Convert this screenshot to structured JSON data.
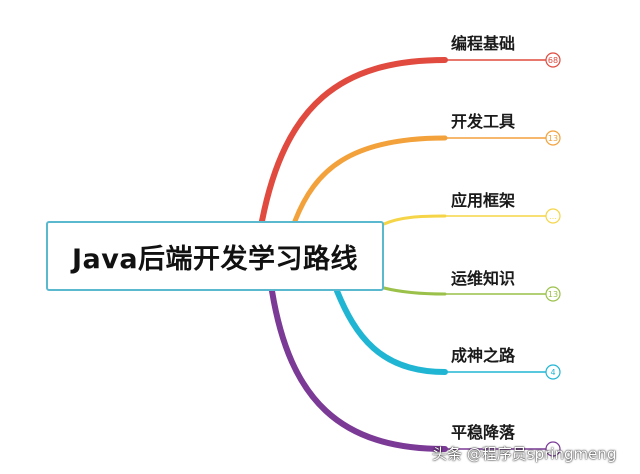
{
  "root": {
    "title": "Java后端开发学习路线",
    "border_color": "#5ab8cf"
  },
  "branches": [
    {
      "label": "编程基础",
      "badge": "68",
      "color": "#e04a3f"
    },
    {
      "label": "开发工具",
      "badge": "13",
      "color": "#f2a13b"
    },
    {
      "label": "应用框架",
      "badge": "…",
      "color": "#f5d547"
    },
    {
      "label": "运维知识",
      "badge": "13",
      "color": "#9bc14a"
    },
    {
      "label": "成神之路",
      "badge": "4",
      "color": "#21b5d4"
    },
    {
      "label": "平稳降落",
      "badge": "",
      "color": "#7b3a96"
    }
  ],
  "watermark": "头条 @程序员springmeng"
}
